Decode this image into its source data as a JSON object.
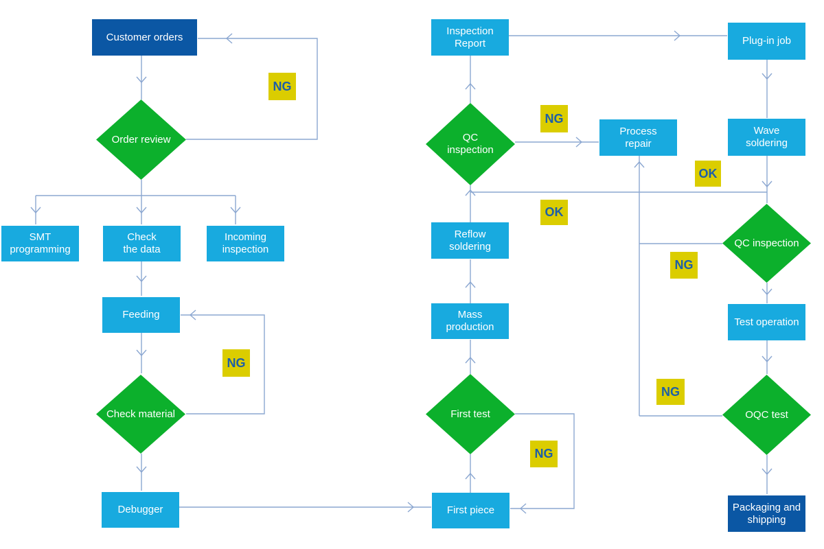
{
  "colors": {
    "process_fill": "#18AADF",
    "terminal_fill": "#0B57A4",
    "decision_fill": "#0CB02C",
    "badge_fill": "#DBCD00",
    "badge_text": "#1D5FA8",
    "connector": "#8BA7D1",
    "node_text": "#FFFFFF",
    "background": "#FFFFFF"
  },
  "nodes": {
    "customer_orders": {
      "label": "Customer orders"
    },
    "order_review": {
      "label": "Order review"
    },
    "smt_programming": {
      "label": "SMT\nprogramming"
    },
    "check_the_data": {
      "label": "Check\nthe data"
    },
    "incoming_inspection": {
      "label": "Incoming\ninspection"
    },
    "feeding": {
      "label": "Feeding"
    },
    "check_material": {
      "label": "Check material"
    },
    "debugger": {
      "label": "Debugger"
    },
    "first_piece": {
      "label": "First piece"
    },
    "first_test": {
      "label": "First test"
    },
    "mass_production": {
      "label": "Mass\nproduction"
    },
    "reflow_soldering": {
      "label": "Reflow\nsoldering"
    },
    "qc_inspection_mid": {
      "label": "QC\ninspection"
    },
    "inspection_report": {
      "label": "Inspection\nReport"
    },
    "process_repair": {
      "label": "Process\nrepair"
    },
    "plug_in_job": {
      "label": "Plug-in job"
    },
    "wave_soldering": {
      "label": "Wave\nsoldering"
    },
    "qc_inspection_right": {
      "label": "QC inspection"
    },
    "test_operation": {
      "label": "Test operation"
    },
    "oqc_test": {
      "label": "OQC test"
    },
    "packaging_shipping": {
      "label": "Packaging and\nshipping"
    }
  },
  "badges": {
    "ng_order_review": {
      "text": "NG"
    },
    "ng_check_material": {
      "text": "NG"
    },
    "ng_first_test": {
      "text": "NG"
    },
    "ng_qc_mid": {
      "text": "NG"
    },
    "ok_qc_mid": {
      "text": "OK"
    },
    "ok_wave": {
      "text": "OK"
    },
    "ng_qc_right": {
      "text": "NG"
    },
    "ng_oqc": {
      "text": "NG"
    }
  }
}
